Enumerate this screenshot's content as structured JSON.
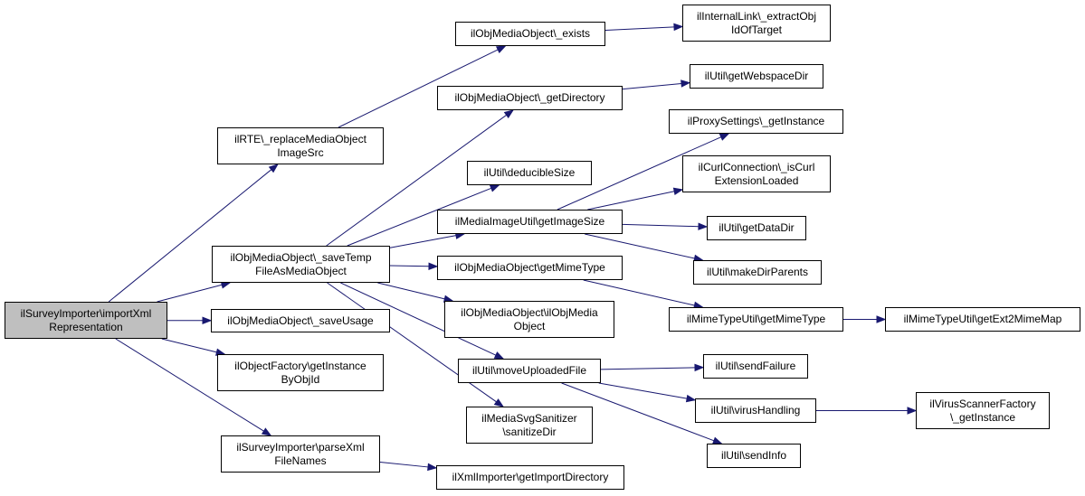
{
  "colors": {
    "edge": "#191970",
    "node_border": "#000000",
    "root_fill": "#bfbfbf",
    "node_fill": "#ffffff"
  },
  "nodes": [
    {
      "id": "root",
      "label": "ilSurveyImporter\\importXml\nRepresentation"
    },
    {
      "id": "replace",
      "label": "ilRTE\\_replaceMediaObject\nImageSrc"
    },
    {
      "id": "saveTemp",
      "label": "ilObjMediaObject\\_saveTemp\nFileAsMediaObject"
    },
    {
      "id": "saveUsage",
      "label": "ilObjMediaObject\\_saveUsage"
    },
    {
      "id": "getInst",
      "label": "ilObjectFactory\\getInstance\nByObjId"
    },
    {
      "id": "parseXml",
      "label": "ilSurveyImporter\\parseXml\nFileNames"
    },
    {
      "id": "exists",
      "label": "ilObjMediaObject\\_exists"
    },
    {
      "id": "getDir",
      "label": "ilObjMediaObject\\_getDirectory"
    },
    {
      "id": "deducible",
      "label": "ilUtil\\deducibleSize"
    },
    {
      "id": "imgSize",
      "label": "ilMediaImageUtil\\getImageSize"
    },
    {
      "id": "mimeType",
      "label": "ilObjMediaObject\\getMimeType"
    },
    {
      "id": "mediaObj",
      "label": "ilObjMediaObject\\ilObjMedia\nObject"
    },
    {
      "id": "moveUp",
      "label": "ilUtil\\moveUploadedFile"
    },
    {
      "id": "svgSan",
      "label": "ilMediaSvgSanitizer\n\\sanitizeDir"
    },
    {
      "id": "importDir",
      "label": "ilXmlImporter\\getImportDirectory"
    },
    {
      "id": "extract",
      "label": "ilInternalLink\\_extractObj\nIdOfTarget"
    },
    {
      "id": "webspace",
      "label": "ilUtil\\getWebspaceDir"
    },
    {
      "id": "proxy",
      "label": "ilProxySettings\\_getInstance"
    },
    {
      "id": "curl",
      "label": "ilCurlConnection\\_isCurl\nExtensionLoaded"
    },
    {
      "id": "dataDir",
      "label": "ilUtil\\getDataDir"
    },
    {
      "id": "makeDir",
      "label": "ilUtil\\makeDirParents"
    },
    {
      "id": "mimeUtil",
      "label": "ilMimeTypeUtil\\getMimeType"
    },
    {
      "id": "ext2mime",
      "label": "ilMimeTypeUtil\\getExt2MimeMap"
    },
    {
      "id": "sendFail",
      "label": "ilUtil\\sendFailure"
    },
    {
      "id": "virus",
      "label": "ilUtil\\virusHandling"
    },
    {
      "id": "virusFac",
      "label": "ilVirusScannerFactory\n\\_getInstance"
    },
    {
      "id": "sendInfo",
      "label": "ilUtil\\sendInfo"
    }
  ],
  "edges": [
    [
      "root",
      "replace"
    ],
    [
      "root",
      "saveTemp"
    ],
    [
      "root",
      "saveUsage"
    ],
    [
      "root",
      "getInst"
    ],
    [
      "root",
      "parseXml"
    ],
    [
      "replace",
      "exists"
    ],
    [
      "saveTemp",
      "getDir"
    ],
    [
      "saveTemp",
      "deducible"
    ],
    [
      "saveTemp",
      "imgSize"
    ],
    [
      "saveTemp",
      "mimeType"
    ],
    [
      "saveTemp",
      "mediaObj"
    ],
    [
      "saveTemp",
      "moveUp"
    ],
    [
      "saveTemp",
      "svgSan"
    ],
    [
      "parseXml",
      "importDir"
    ],
    [
      "exists",
      "extract"
    ],
    [
      "getDir",
      "webspace"
    ],
    [
      "imgSize",
      "proxy"
    ],
    [
      "imgSize",
      "curl"
    ],
    [
      "imgSize",
      "dataDir"
    ],
    [
      "imgSize",
      "makeDir"
    ],
    [
      "mimeType",
      "mimeUtil"
    ],
    [
      "mimeUtil",
      "ext2mime"
    ],
    [
      "moveUp",
      "sendFail"
    ],
    [
      "moveUp",
      "virus"
    ],
    [
      "moveUp",
      "sendInfo"
    ],
    [
      "virus",
      "virusFac"
    ]
  ]
}
